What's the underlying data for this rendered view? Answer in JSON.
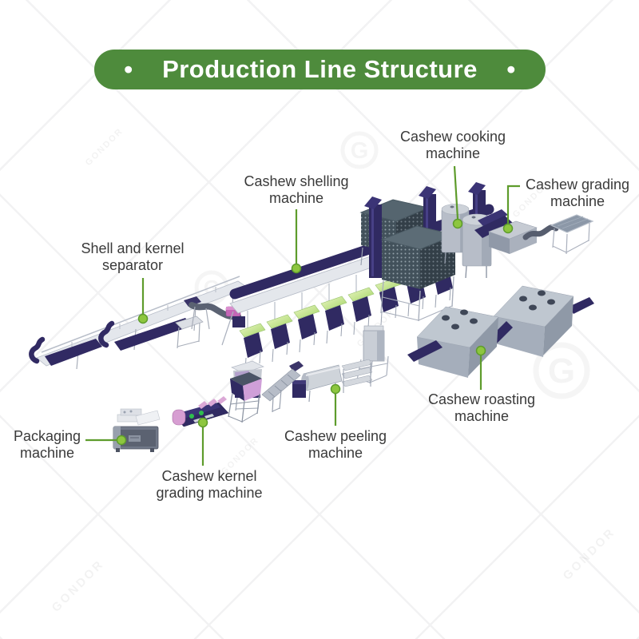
{
  "banner": {
    "title": "•    Production Line Structure    •"
  },
  "watermark": {
    "text": "GONDOR",
    "monogram": "G"
  },
  "labels": {
    "cooking": {
      "text": "Cashew cooking\nmachine"
    },
    "shelling": {
      "text": "Cashew shelling\nmachine"
    },
    "grading": {
      "text": "Cashew grading\nmachine"
    },
    "separator": {
      "text": "Shell and kernel\nseparator"
    },
    "roasting": {
      "text": "Cashew roasting\nmachine"
    },
    "peeling": {
      "text": "Cashew peeling\nmachine"
    },
    "kernel_grading": {
      "text": "Cashew kernel\ngrading machine"
    },
    "packaging": {
      "text": "Packaging\nmachine"
    }
  },
  "colors": {
    "banner_green": "#4e8b3c",
    "connector_line_green": "#5e9c2c",
    "connector_dot_green": "#8dc63f",
    "machine_navy": "#302a62",
    "machine_gray": "#b7bdc8",
    "tray_green": "#b5e07e",
    "accent_pink": "#d79ed2",
    "label_text": "#3a3a3a"
  }
}
